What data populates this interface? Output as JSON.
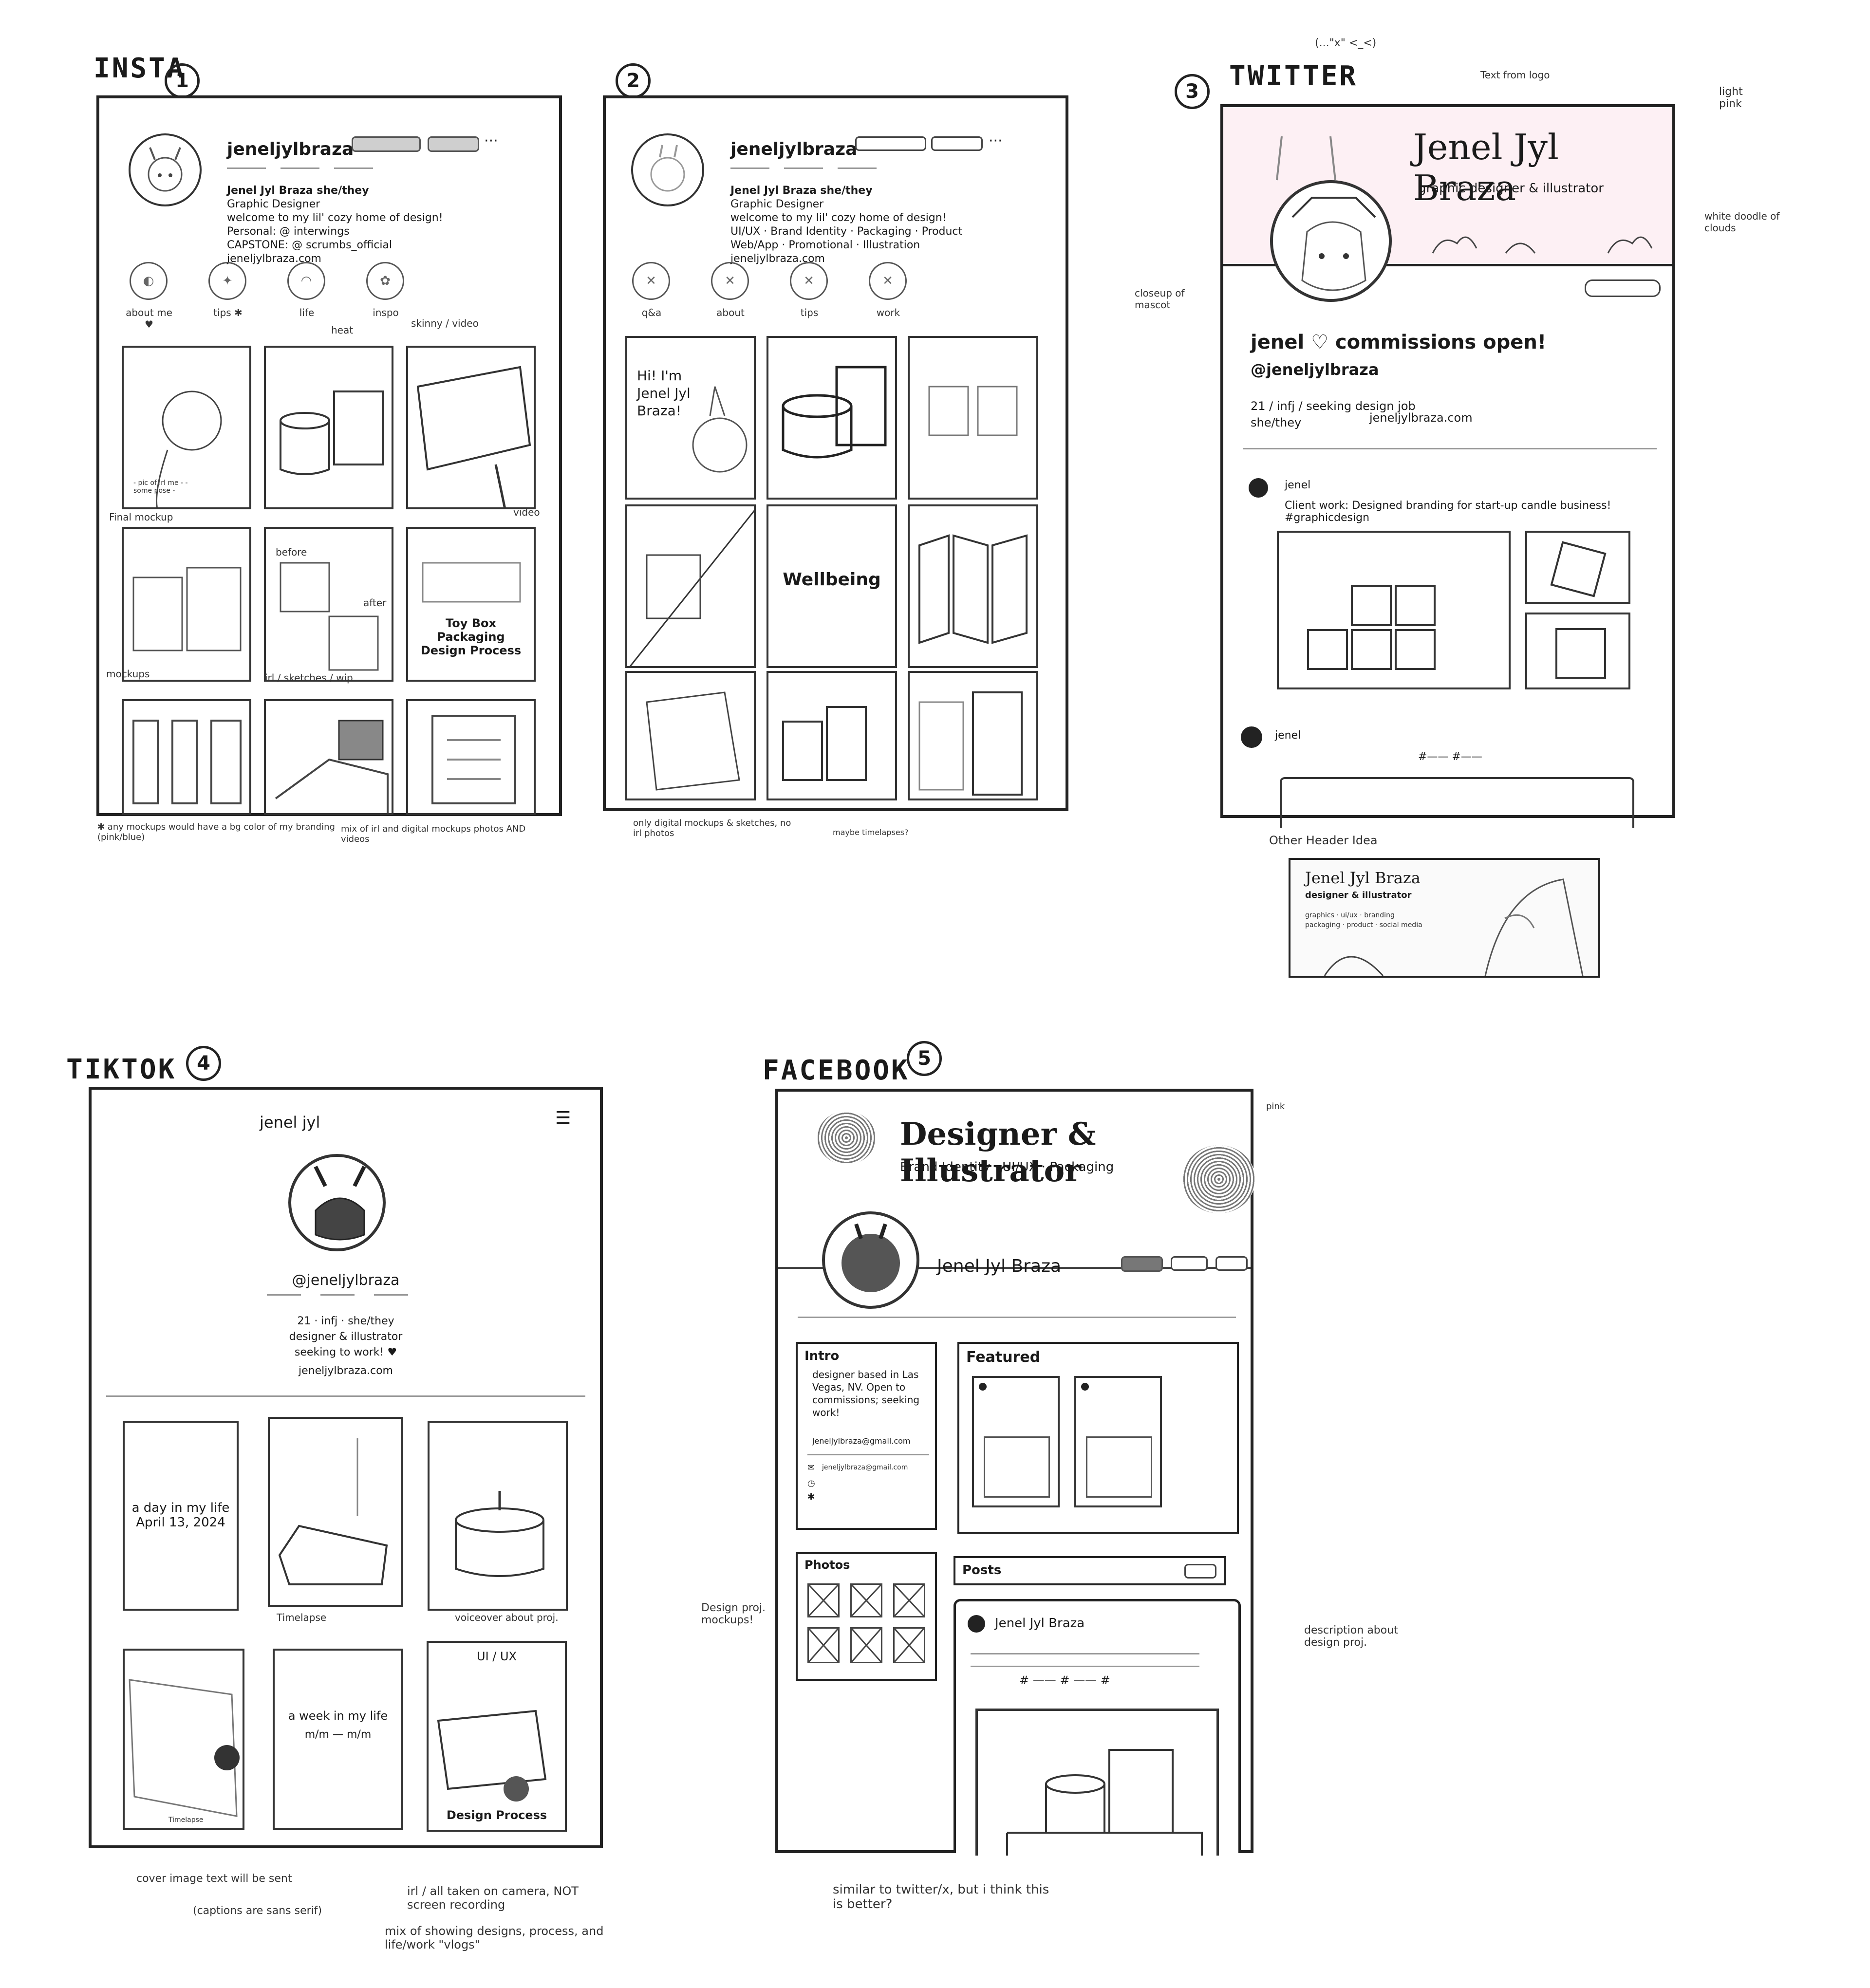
{
  "insta": {
    "title": "INSTA",
    "num": "1",
    "username": "jeneljylbraza",
    "name_line": "Jenel Jyl Braza   she/they",
    "role": "Graphic Designer",
    "bio": "welcome to my lil' cozy home of design!",
    "personal": "Personal: @ interwings",
    "capstone": "CAPSTONE: @ scrumbs_official",
    "link": "jeneljylbraza.com",
    "highlights": [
      "about me ♥",
      "tips ✱",
      "life",
      "inspo"
    ],
    "tile_notes": [
      "heat",
      "skinny / video",
      "Final mockup",
      "before",
      "after",
      "video",
      "mockups",
      "irl / sketches / wip"
    ],
    "tile_text": "Toy Box Packaging Design Process",
    "tile_small": "- pic of irl me - - some pose -",
    "note1": "✱ any mockups would have a bg color of my branding (pink/blue)",
    "note2": "mix of irl and digital mockups photos AND videos"
  },
  "insta2": {
    "num": "2",
    "username": "jeneljylbraza",
    "name_line": "Jenel Jyl Braza   she/they",
    "role": "Graphic Designer",
    "bio": "welcome to my lil' cozy home of design!",
    "services": "UI/UX · Brand Identity · Packaging · Product",
    "services2": "Web/App · Promotional · Illustration",
    "link": "jeneljylbraza.com",
    "highlights": [
      "q&a",
      "about",
      "tips",
      "work"
    ],
    "tile_hi": "Hi! I'm Jenel Jyl Braza!",
    "tile_wellbeing": "Wellbeing",
    "note1": "only digital mockups & sketches, no irl photos",
    "note2": "maybe timelapses?"
  },
  "twitter": {
    "title": "TWITTER",
    "num": "3",
    "top_note": "(...\"x\" <_<)",
    "logo_note": "Text from logo",
    "pink_note": "light pink",
    "clouds_note": "white doodle of clouds",
    "mascot_note": "closeup of mascot",
    "header_name": "Jenel Jyl Braza",
    "header_role": "graphic designer & illustrator",
    "display_name": "jenel ♡ commissions open!",
    "handle": "@jeneljylbraza",
    "bio1": "21 / infj / seeking design job",
    "bio2": "she/they",
    "link": "jeneljylbraza.com",
    "post_user": "jenel",
    "post_text": "Client work: Designed branding for start-up candle business! #graphicdesign",
    "post2_user": "jenel",
    "post2_tags": "#—— #——",
    "other_header": "Other Header Idea",
    "alt_name": "Jenel Jyl Braza",
    "alt_role": "designer & illustrator",
    "alt_skills1": "graphics · ui/ux · branding",
    "alt_skills2": "packaging · product · social media"
  },
  "tiktok": {
    "title": "TIKTOK",
    "num": "4",
    "top_name": "jenel jyl",
    "handle": "@jeneljylbraza",
    "bio1": "21 · infj · she/they",
    "bio2": "designer & illustrator",
    "bio3": "seeking to work! ♥",
    "link": "jeneljylbraza.com",
    "tile1": "a day in my life April 13, 2024",
    "tile_wk": "a week in my life",
    "tile_wk2": "m/m — m/m",
    "uiux": "UI / UX",
    "design_process": "Design Process",
    "cap_timelapse": "Timelapse",
    "cap_voiceover": "voiceover about proj.",
    "cap_small": "Timelapse",
    "note1": "cover image text will be sent",
    "note1b": "(captions are sans serif)",
    "note2": "irl / all taken on camera, NOT screen recording",
    "note3": "mix of showing designs, process, and life/work \"vlogs\""
  },
  "facebook": {
    "title": "FACEBOOK",
    "num": "5",
    "cover_title": "Designer & Illustrator",
    "cover_sub": "Brand Identity · UI/UX · Packaging",
    "name": "Jenel Jyl Braza",
    "intro_title": "Intro",
    "intro_text": "designer based in Las Vegas, NV. Open to commissions; seeking work!",
    "intro_email": "jeneljylbraza@gmail.com",
    "intro_email2": "jeneljylbraza@gmail.com",
    "featured": "Featured",
    "photos": "Photos",
    "posts": "Posts",
    "post_name": "Jenel Jyl Braza",
    "post_tags": "# —— # —— #",
    "note_design": "Design proj. mockups!",
    "note_desc": "description about design proj.",
    "note_bottom": "similar to twitter/x, but i think this is better?",
    "top_note": "pink"
  }
}
